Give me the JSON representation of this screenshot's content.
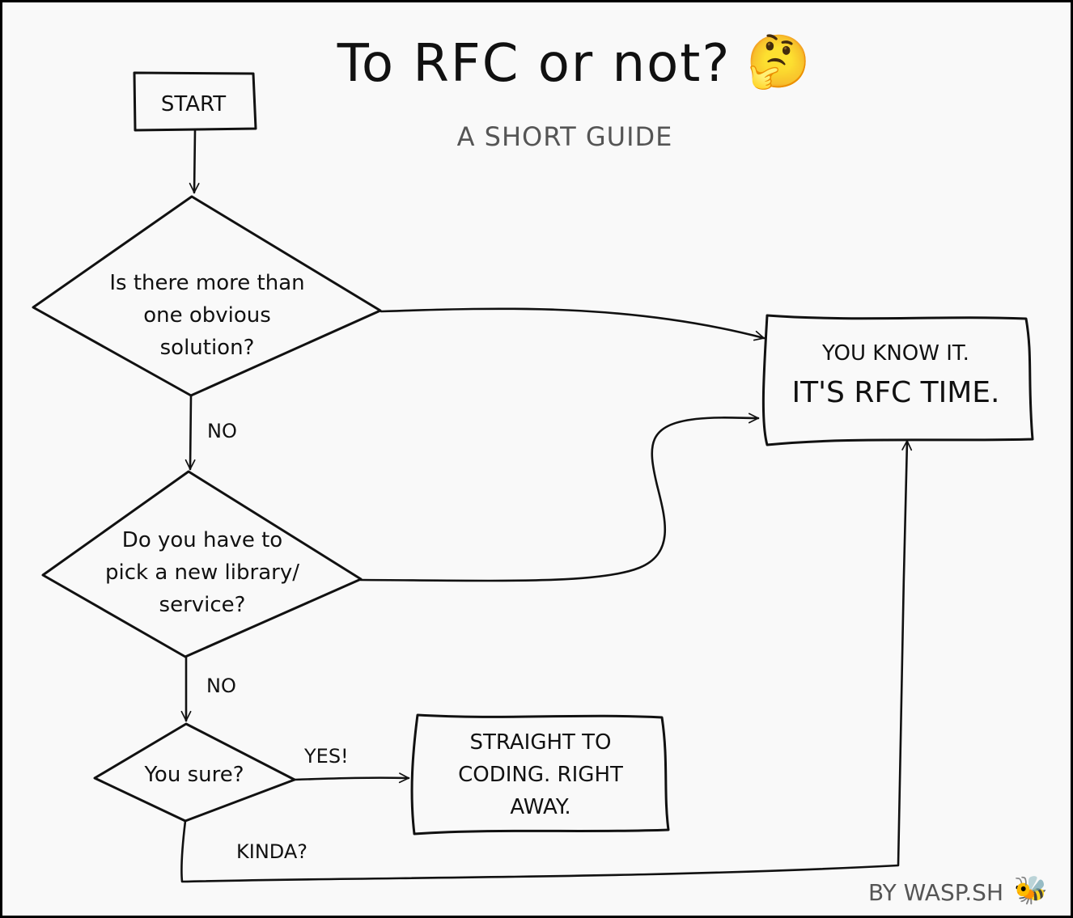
{
  "title": "To RFC or not?",
  "title_emoji": "🤔",
  "subtitle": "A SHORT GUIDE",
  "nodes": {
    "start": "START",
    "q1": [
      "Is there more than",
      "one obvious",
      "solution?"
    ],
    "q2": [
      "Do you have to",
      "pick a new library/",
      "service?"
    ],
    "q3": "You sure?",
    "rfc_line1": "YOU KNOW IT.",
    "rfc_line2": "IT'S RFC TIME.",
    "coding": [
      "STRAIGHT TO",
      "CODING. RIGHT",
      "AWAY."
    ]
  },
  "edges": {
    "q1_no": "NO",
    "q2_no": "NO",
    "q3_yes": "YES!",
    "q3_kinda": "KINDA?"
  },
  "footer": {
    "credit": "BY WASP.SH",
    "emoji": "🐝"
  }
}
